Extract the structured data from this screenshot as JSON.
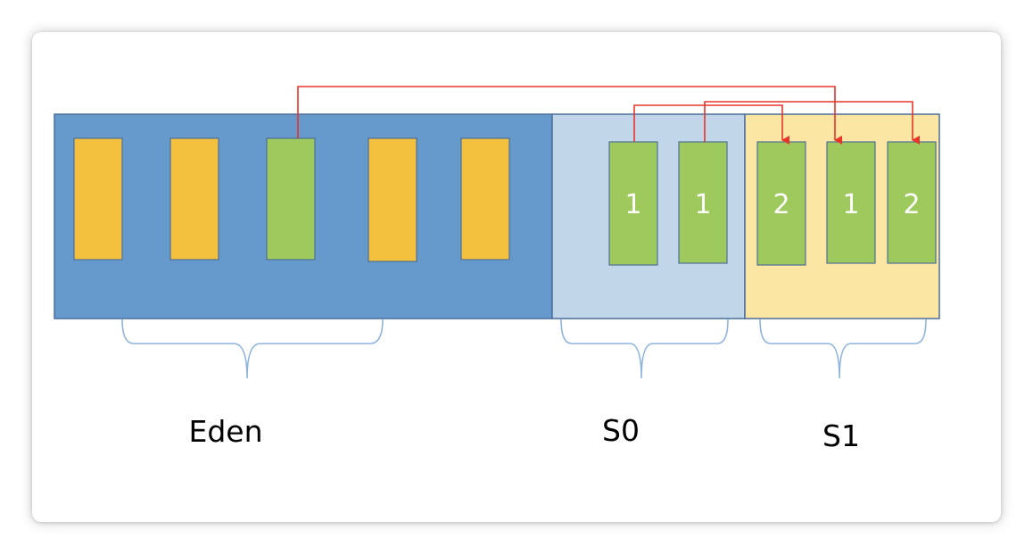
{
  "colors": {
    "eden_bg": "#6699cc",
    "s0_bg": "#c2d6ea",
    "s1_bg": "#fce6a4",
    "region_border": "#4a6f9c",
    "object_orange": "#f4c13f",
    "object_green": "#9ec95c",
    "object_border": "#4f6f98",
    "arrow": "#e8352b",
    "brace": "#8eb4de"
  },
  "regions": {
    "eden": {
      "label": "Eden"
    },
    "s0": {
      "label": "S0"
    },
    "s1": {
      "label": "S1"
    }
  },
  "eden_objects": [
    {
      "color": "orange"
    },
    {
      "color": "orange"
    },
    {
      "color": "green"
    },
    {
      "color": "orange"
    },
    {
      "color": "orange"
    }
  ],
  "s0_objects": [
    {
      "age": "1"
    },
    {
      "age": "1"
    }
  ],
  "s1_objects": [
    {
      "age": "2"
    },
    {
      "age": "1"
    },
    {
      "age": "2"
    }
  ]
}
